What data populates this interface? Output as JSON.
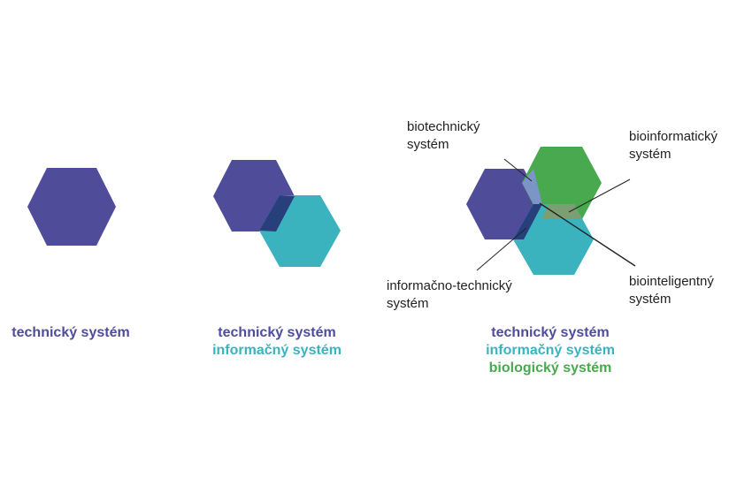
{
  "colors": {
    "technical": "#4f4c9a",
    "informational": "#3bb3be",
    "biological": "#49a94f",
    "overlap_tech_info": "#27407b",
    "overlap_tech_bio": "#7b95c6",
    "overlap_info_bio": "#7b9f72"
  },
  "groups": [
    {
      "captions": [
        "technický systém"
      ]
    },
    {
      "captions": [
        "technický systém",
        "informačný systém"
      ]
    },
    {
      "captions": [
        "technický systém",
        "informačný systém",
        "biologický systém"
      ]
    }
  ],
  "callouts": {
    "biotech": [
      "biotechnický",
      "systém"
    ],
    "bioinfo": [
      "bioinformatický",
      "systém"
    ],
    "infotech": [
      "informačno-technický",
      "systém"
    ],
    "biointel": [
      "biointeligentný",
      "systém"
    ]
  }
}
